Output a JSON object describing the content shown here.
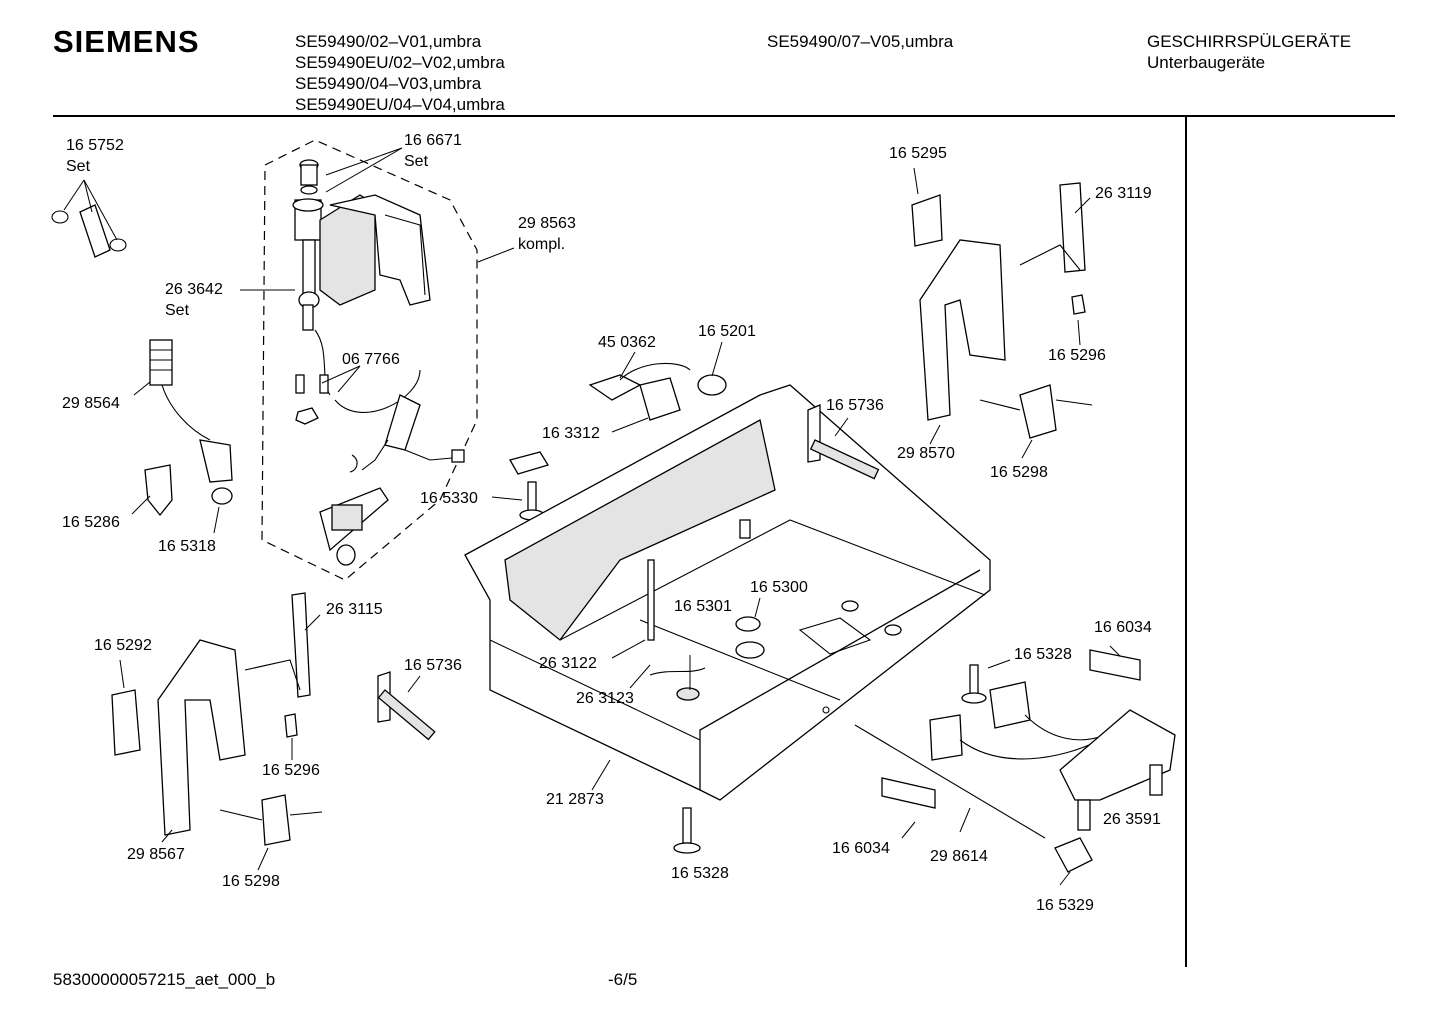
{
  "header": {
    "brand": "SIEMENS",
    "models_left": [
      "SE59490/02–V01,umbra",
      "SE59490EU/02–V02,umbra",
      "SE59490/04–V03,umbra",
      "SE59490EU/04–V04,umbra"
    ],
    "model_center": "SE59490/07–V05,umbra",
    "category_line1": "GESCHIRRSPÜLGERÄTE",
    "category_line2": "Unterbaugeräte"
  },
  "footer": {
    "document_id": "58300000057215_aet_000_b",
    "page": "-6/5"
  },
  "labels": {
    "p165752": "16 5752",
    "p165752_set": "Set",
    "p166671": "16 6671",
    "p166671_set": "Set",
    "p298563": "29 8563",
    "p298563_kompl": "kompl.",
    "p263642": "26 3642",
    "p263642_set": "Set",
    "p298564": "29 8564",
    "p067766": "06 7766",
    "p165286": "16 5286",
    "p165318": "16 5318",
    "p450362": "45 0362",
    "p165201": "16 5201",
    "p163312": "16 3312",
    "p165330": "16 5330",
    "p165295": "16 5295",
    "p263119": "26 3119",
    "p165296a": "16 5296",
    "p165736a": "16 5736",
    "p298570": "29 8570",
    "p165298a": "16 5298",
    "p165300": "16 5300",
    "p165301": "16 5301",
    "p263122": "26 3122",
    "p263123": "26 3123",
    "p263115": "26 3115",
    "p165292": "16 5292",
    "p165736b": "16 5736",
    "p165296b": "16 5296",
    "p298567": "29 8567",
    "p165298b": "16 5298",
    "p212873": "21 2873",
    "p165328a": "16 5328",
    "p166034a": "16 6034",
    "p165328b": "16 5328",
    "p166034b": "16 6034",
    "p298614": "29 8614",
    "p263591": "26 3591",
    "p165329": "16 5329"
  }
}
